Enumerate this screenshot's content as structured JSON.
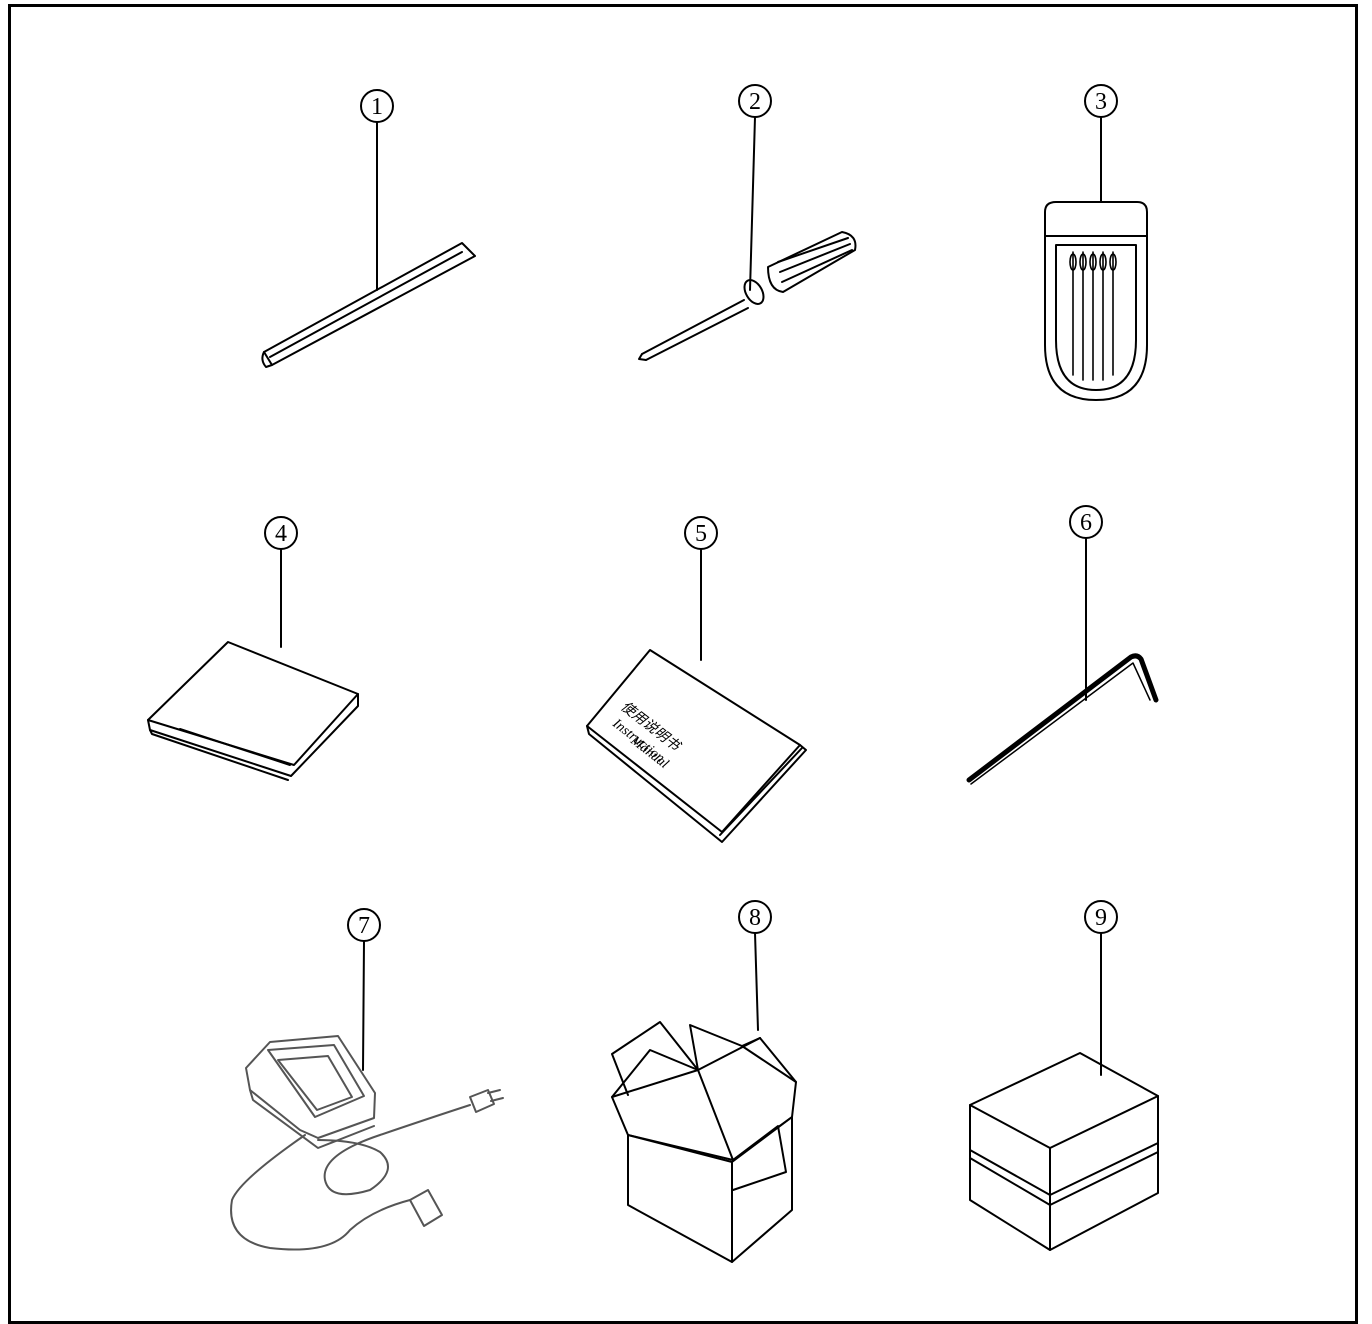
{
  "callouts": [
    {
      "id": 1,
      "label": "1",
      "item_icon": "tweezers-icon"
    },
    {
      "id": 2,
      "label": "2",
      "item_icon": "screwdriver-icon"
    },
    {
      "id": 3,
      "label": "3",
      "item_icon": "needle-pack-icon"
    },
    {
      "id": 4,
      "label": "4",
      "item_icon": "dust-cover-icon"
    },
    {
      "id": 5,
      "label": "5",
      "item_icon": "instruction-manual-icon"
    },
    {
      "id": 6,
      "label": "6",
      "item_icon": "hex-key-icon"
    },
    {
      "id": 7,
      "label": "7",
      "item_icon": "foot-pedal-icon"
    },
    {
      "id": 8,
      "label": "8",
      "item_icon": "open-box-icon"
    },
    {
      "id": 9,
      "label": "9",
      "item_icon": "closed-box-icon"
    }
  ],
  "manual_cover_text": [
    "使用说明书",
    "Instruction",
    "Manual"
  ],
  "colors": {
    "ink": "#000000",
    "paper": "#ffffff",
    "light_ink": "#555555"
  }
}
